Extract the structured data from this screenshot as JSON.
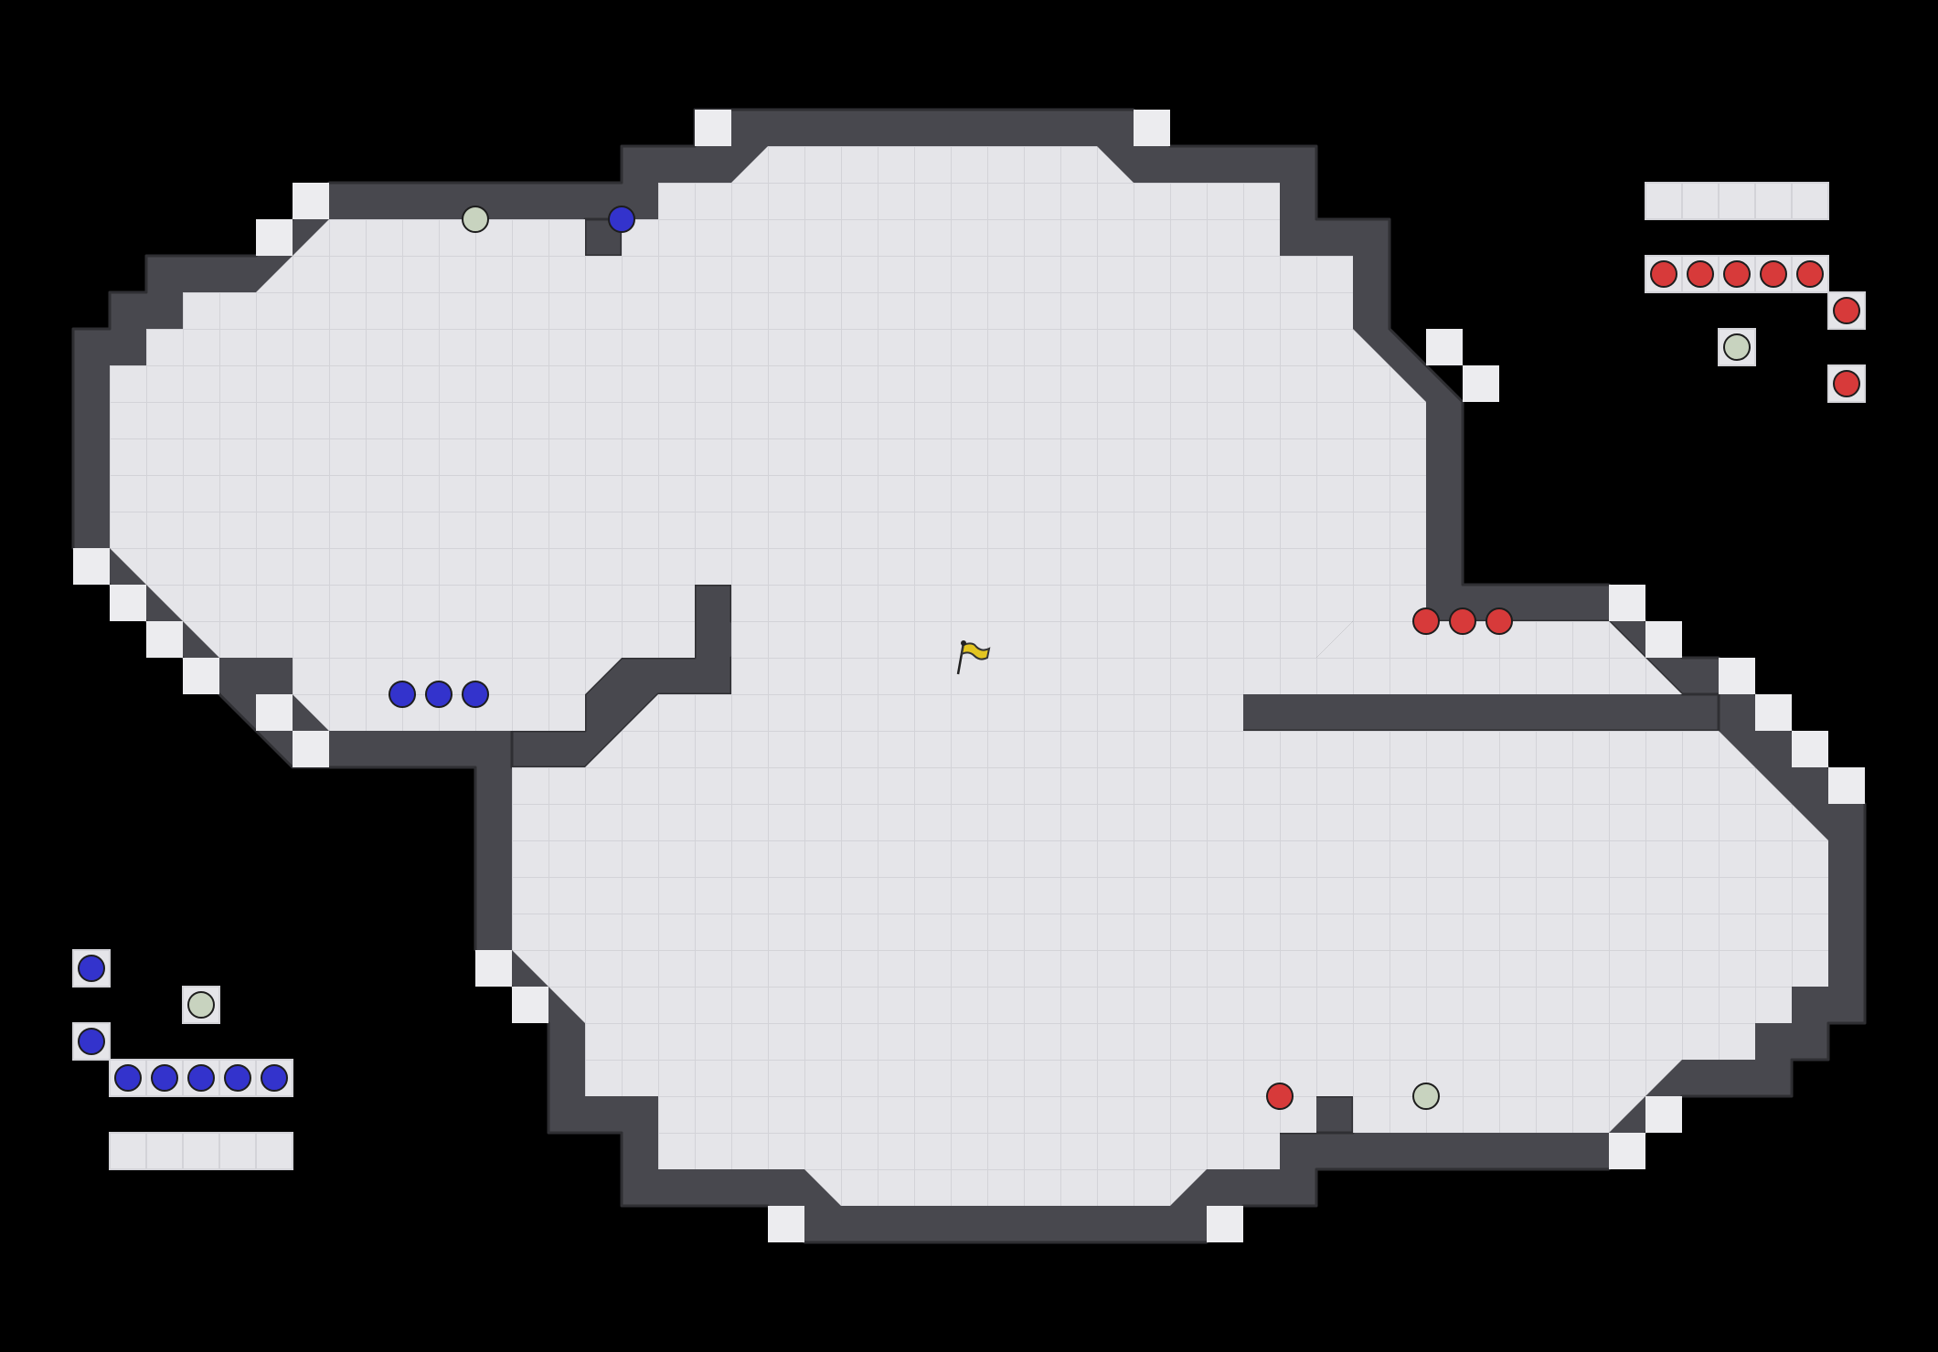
{
  "game": {
    "name": "",
    "colors": {
      "background": "#000000",
      "floor": "#e5e5e9",
      "floor_grid": "#d6d6da",
      "wall": "#4a4a50",
      "wall_edge": "#2c2c30",
      "diagonal_tile": "#ececef",
      "red_ball": "#d73a3a",
      "blue_ball": "#3333cc",
      "neutral_ball": "#c8d3bf",
      "red_end_zone": "#f0cbbd",
      "blue_end_zone": "#c9dbe8",
      "red_checker": "#f0cbbd",
      "blue_checker": "#c9dbe8",
      "flag": "#e3c520"
    },
    "map": {
      "grid_cols": 53,
      "grid_rows": 37,
      "flag": {
        "col": 26.5,
        "row": 18.5,
        "icon": "yellow-flag-icon"
      },
      "balls_on_field": [
        {
          "team": "neutral",
          "col": 13.5,
          "row": 6.5
        },
        {
          "team": "blue",
          "col": 17.5,
          "row": 6.5
        },
        {
          "team": "blue",
          "col": 11.5,
          "row": 19.5
        },
        {
          "team": "blue",
          "col": 12.5,
          "row": 19.5
        },
        {
          "team": "blue",
          "col": 13.5,
          "row": 19.5
        },
        {
          "team": "red",
          "col": 39.5,
          "row": 17.5
        },
        {
          "team": "red",
          "col": 40.5,
          "row": 17.5
        },
        {
          "team": "red",
          "col": 41.5,
          "row": 17.5
        },
        {
          "team": "red",
          "col": 35.5,
          "row": 30.5
        },
        {
          "team": "neutral",
          "col": 39.5,
          "row": 30.5
        }
      ]
    },
    "red_panel": {
      "empty_slots": 5,
      "players": 5,
      "extra_players": 2,
      "neutral_players": 1
    },
    "blue_panel": {
      "players_single": 2,
      "players_row": 5,
      "neutral_players": 1,
      "empty_slots": 5
    }
  }
}
